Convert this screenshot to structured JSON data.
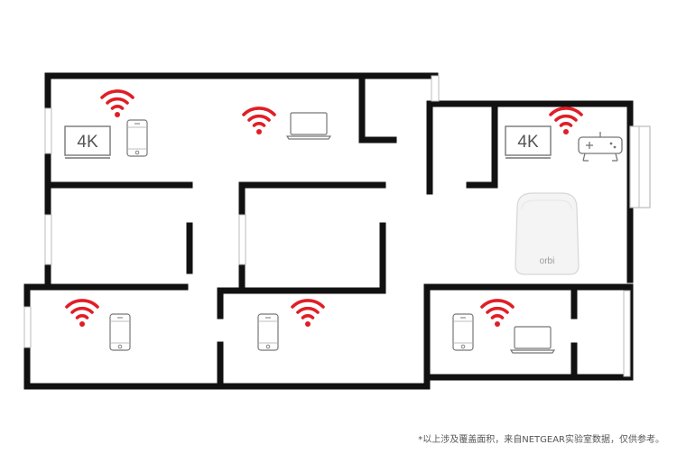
{
  "colors": {
    "wall": "#111111",
    "wifi": "#e01e26",
    "device_stroke": "#777777",
    "window": "#bbbbbb"
  },
  "tv_label": "4K",
  "router": {
    "brand": "orbi",
    "icon": "orbi-router"
  },
  "footnote": "*以上涉及覆盖面积，来自NETGEAR实验室数据，仅供参考。",
  "rooms": [
    {
      "id": "top-left-room",
      "devices": [
        "wifi-icon",
        "tv-icon",
        "phone-icon"
      ]
    },
    {
      "id": "top-center-room",
      "devices": [
        "wifi-icon",
        "laptop-icon"
      ]
    },
    {
      "id": "right-room",
      "devices": [
        "wifi-icon",
        "tv-icon",
        "gamepad-icon",
        "orbi-router"
      ]
    },
    {
      "id": "bottom-left-room",
      "devices": [
        "wifi-icon",
        "phone-icon"
      ]
    },
    {
      "id": "bottom-center-room",
      "devices": [
        "phone-icon",
        "wifi-icon"
      ]
    },
    {
      "id": "bottom-right-room",
      "devices": [
        "phone-icon",
        "wifi-icon",
        "laptop-icon"
      ]
    }
  ]
}
